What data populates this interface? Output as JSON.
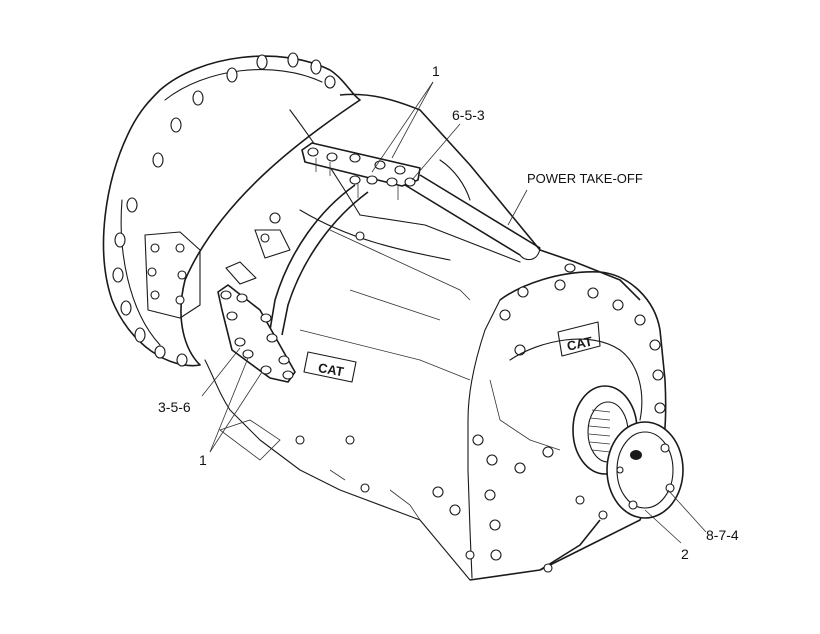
{
  "callouts": {
    "flange_bolts_top": "1",
    "flange_parts_top": "6-5-3",
    "power_take_off": "POWER TAKE-OFF",
    "flange_parts_left": "3-5-6",
    "flange_bolts_left": "1",
    "cover_plate": "2",
    "cover_parts": "8-7-4"
  },
  "logo_text": "CAT"
}
